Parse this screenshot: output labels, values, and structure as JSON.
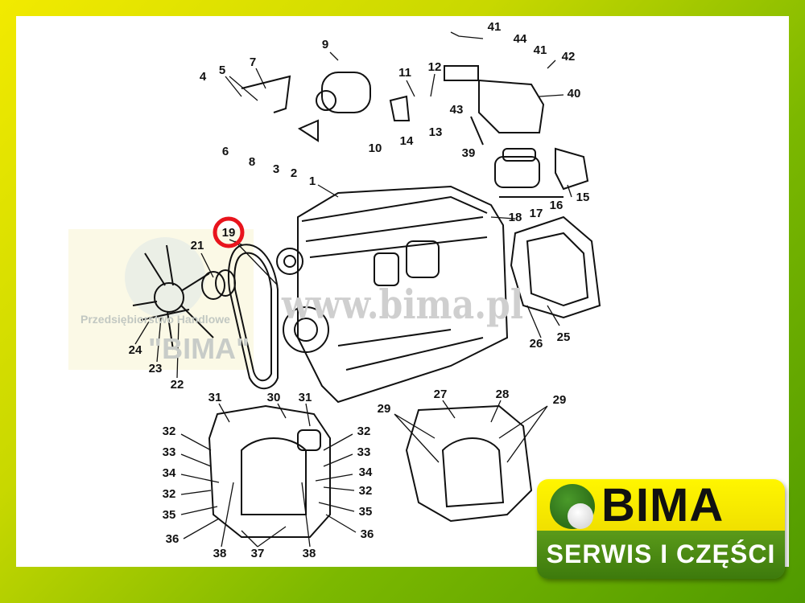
{
  "watermark": {
    "url": "www.bima.pl",
    "company_line": "Przedsiębiorstwo Handlowe",
    "company_name": "\"BIMA\""
  },
  "highlight_part": "19",
  "labels": [
    "9",
    "41",
    "44",
    "41",
    "42",
    "7",
    "5",
    "4",
    "11",
    "12",
    "43",
    "40",
    "10",
    "14",
    "13",
    "6",
    "8",
    "3",
    "2",
    "39",
    "1",
    "15",
    "16",
    "17",
    "18",
    "19",
    "21",
    "26",
    "25",
    "24",
    "23",
    "22",
    "31",
    "30",
    "31",
    "27",
    "28",
    "29",
    "29",
    "32",
    "33",
    "34",
    "32",
    "35",
    "36",
    "38",
    "37",
    "38",
    "32",
    "33",
    "34",
    "32",
    "35",
    "36"
  ],
  "logo": {
    "brand": "BIMA",
    "tagline": "SERWIS I CZĘŚCI"
  },
  "colors": {
    "highlight": "#e8141c",
    "logo_yellow": "#f5ec00",
    "logo_green": "#4a8a14"
  }
}
